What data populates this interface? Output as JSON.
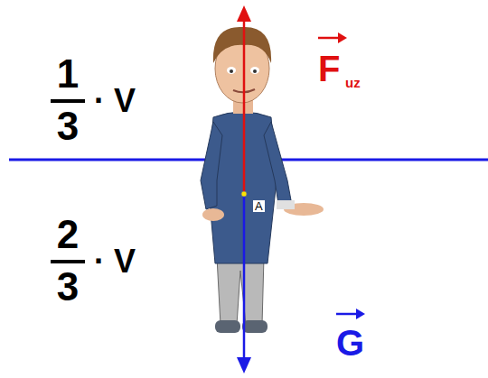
{
  "diagram": {
    "labels": [
      "1",
      "3",
      "· V",
      "2",
      "3",
      "· V",
      "F",
      "uz",
      "G",
      "A"
    ]
  }
}
